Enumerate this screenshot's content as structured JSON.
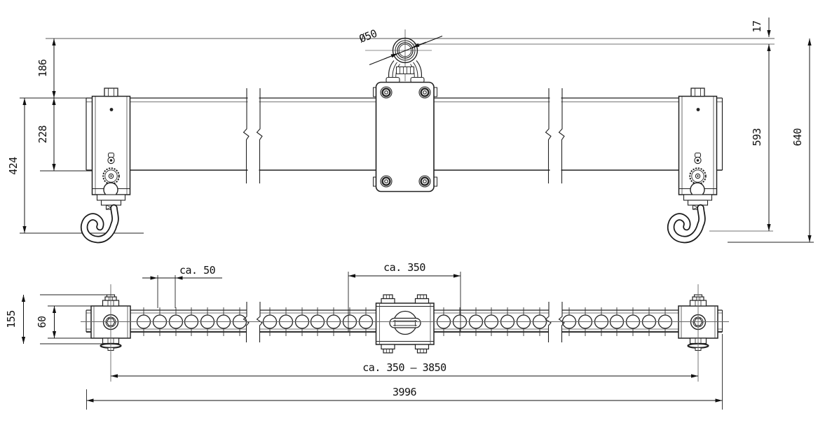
{
  "drawing_type": "engineering-drawing",
  "views": {
    "front": {
      "dims": {
        "offset_17": "17",
        "top_to_beam_186": "186",
        "beam_height_228": "228",
        "beam_to_hook_424": "424",
        "hole_to_hook_593": "593",
        "overall_height_640": "640",
        "eye_hole_dia": "Ø50"
      }
    },
    "plan": {
      "dims": {
        "hole_pitch": "ca. 50",
        "center_section": "ca. 350",
        "block_height_155": "155",
        "rail_width_60": "60",
        "hook_range": "ca. 350 – 3850",
        "overall_length": "3996"
      }
    }
  },
  "colors": {
    "line": "#1a1a1a",
    "aux_line": "#8f8f8f",
    "background": "#ffffff"
  }
}
